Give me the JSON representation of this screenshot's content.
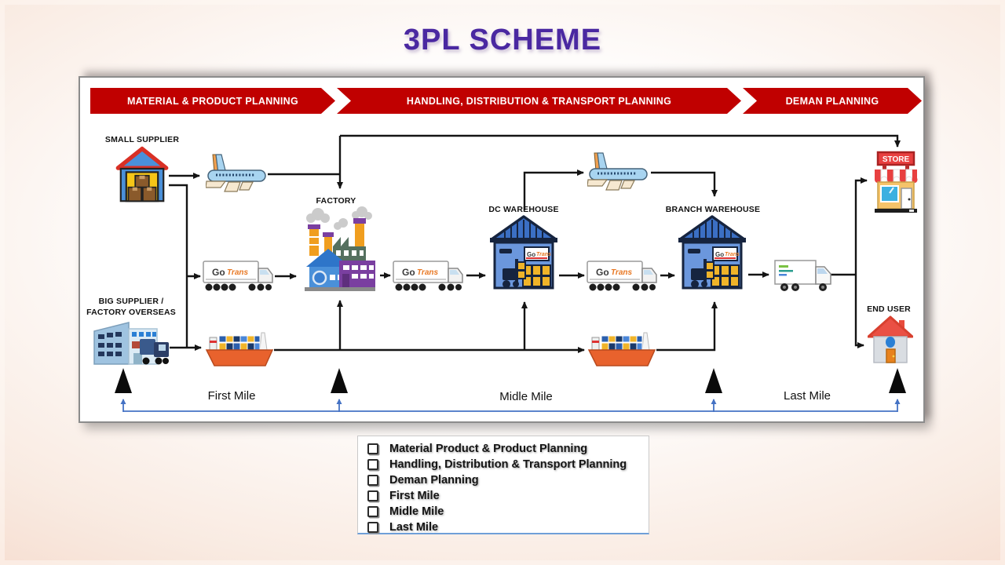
{
  "title": "3PL SCHEME",
  "banners": [
    "MATERIAL & PRODUCT PLANNING",
    "HANDLING, DISTRIBUTION & TRANSPORT PLANNING",
    "DEMAN PLANNING"
  ],
  "nodes": {
    "small_supplier": "SMALL SUPPLIER",
    "big_supplier_line1": "BIG SUPPLIER /",
    "big_supplier_line2": "FACTORY OVERSEAS",
    "factory": "FACTORY",
    "dc_warehouse": "DC WAREHOUSE",
    "branch_warehouse": "BRANCH WAREHOUSE",
    "store": "STORE",
    "end_user": "END USER"
  },
  "carrier": {
    "go": "Go",
    "trans": "Trans"
  },
  "miles": [
    "First Mile",
    "Midle Mile",
    "Last Mile"
  ],
  "legend": {
    "items": [
      "Material Product & Product Planning",
      "Handling, Distribution & Transport  Planning",
      "Deman Planning",
      "First Mile",
      "Midle Mile",
      "Last Mile"
    ]
  },
  "colors": {
    "banner_red": "#C00000",
    "title_purple": "#4A28A1",
    "flow_blue": "#4472C4",
    "arrow_black": "#141414",
    "ship_orange": "#E8622D",
    "crate_yellow": "#F0B429"
  }
}
